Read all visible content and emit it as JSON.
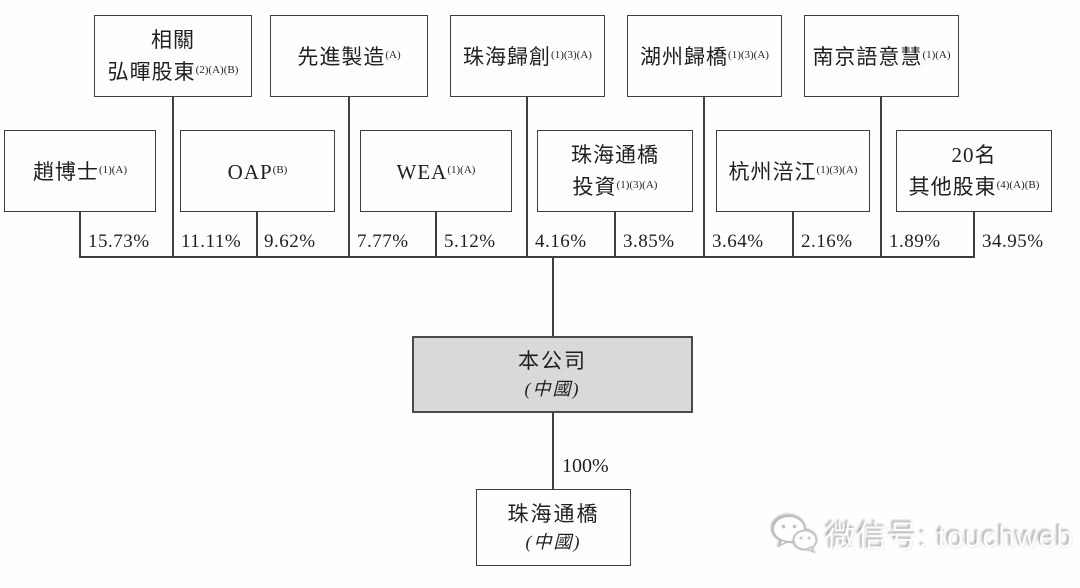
{
  "shareholders": {
    "row1": [
      {
        "line1": "相關",
        "line2": "弘暉股東",
        "sup": "(2)(A)(B)",
        "pct": "11.11%"
      },
      {
        "line1": "",
        "line2": "先進製造",
        "sup": "(A)",
        "pct": "7.77%"
      },
      {
        "line1": "",
        "line2": "珠海歸創",
        "sup": "(1)(3)(A)",
        "pct": "4.16%"
      },
      {
        "line1": "",
        "line2": "湖州歸橋",
        "sup": "(1)(3)(A)",
        "pct": "3.64%"
      },
      {
        "line1": "",
        "line2": "南京語意慧",
        "sup": "(1)(A)",
        "pct": "1.89%"
      }
    ],
    "row2": [
      {
        "line1": "",
        "line2": "趙博士",
        "sup": "(1)(A)",
        "pct": "15.73%"
      },
      {
        "line1": "",
        "line2": "OAP",
        "sup": "(B)",
        "pct": "9.62%"
      },
      {
        "line1": "",
        "line2": "WEA",
        "sup": "(1)(A)",
        "pct": "5.12%"
      },
      {
        "line1": "珠海通橋",
        "line2": "投資",
        "sup": "(1)(3)(A)",
        "pct": "3.85%"
      },
      {
        "line1": "",
        "line2": "杭州涪江",
        "sup": "(1)(3)(A)",
        "pct": "2.16%"
      },
      {
        "line1": "20名",
        "line2": "其他股東",
        "sup": "(4)(A)(B)",
        "pct": "34.95%"
      }
    ]
  },
  "company": {
    "name": "本公司",
    "region": "(中國)"
  },
  "subsidiary": {
    "name": "珠海通橋",
    "region": "(中國)",
    "ownership": "100%"
  },
  "watermark": {
    "icon": "wechat-icon",
    "label": "微信号: touchweb"
  }
}
